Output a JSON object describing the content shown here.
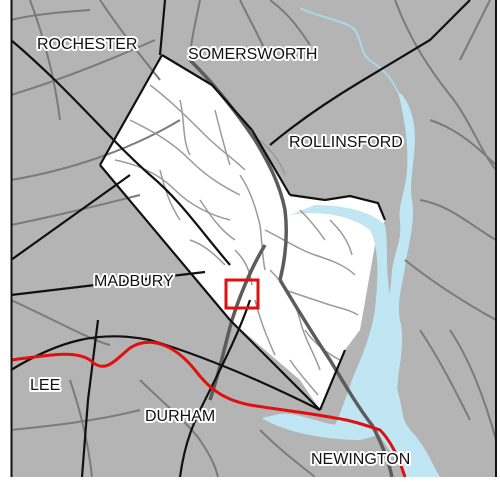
{
  "map": {
    "labels": {
      "rochester": "ROCHESTER",
      "somersworth": "SOMERSWORTH",
      "rollinsford": "ROLLINSFORD",
      "madbury": "MADBURY",
      "lee": "LEE",
      "durham": "DURHAM",
      "newington": "NEWINGTON"
    },
    "colors": {
      "outside_land": "#b4b4b4",
      "town_land": "#ffffff",
      "water": "#bfe6f2",
      "roads_outside": "#7b7b7b",
      "roads_inside": "#9a9a9a",
      "boundaries": "#111111",
      "highlight_route": "#e01010",
      "focus_box": "#e01010"
    }
  }
}
